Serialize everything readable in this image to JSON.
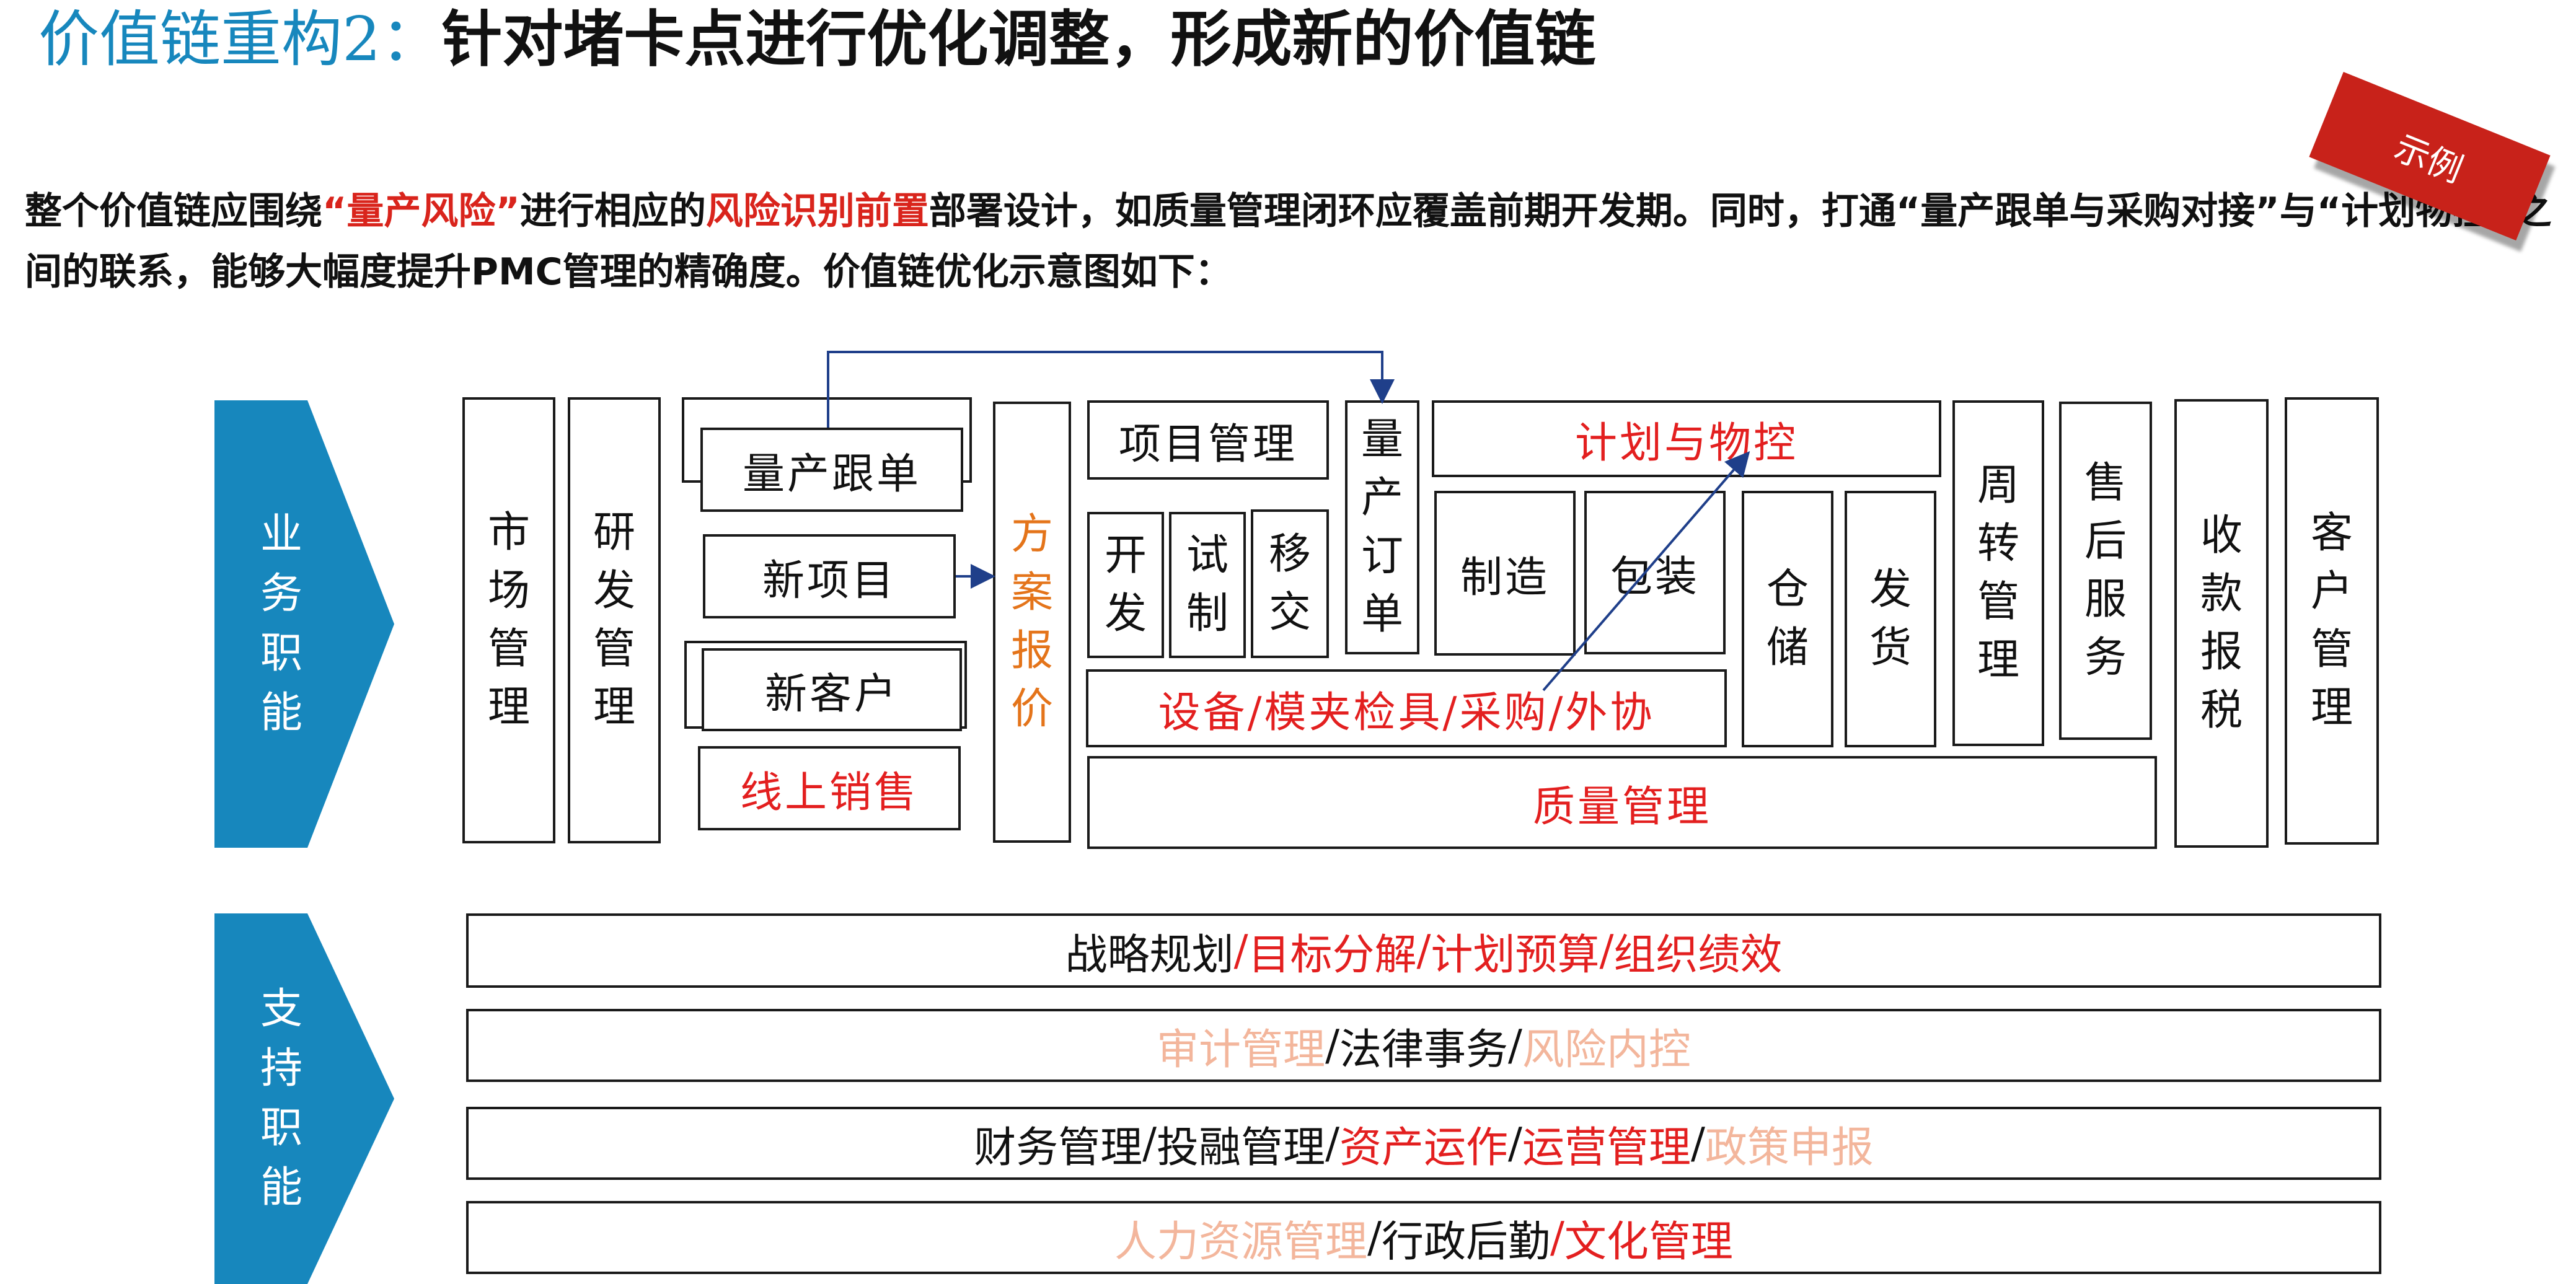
{
  "title": {
    "blue": "价值链重构2：",
    "black": "针对堵卡点进行优化调整，形成新的价值链"
  },
  "badge": "示例",
  "intro": {
    "seg1": "整个价值链应围绕",
    "hl1": "“量产风险”",
    "seg2": "进行相应的",
    "hl2": "风险识别前置",
    "seg3": "部署设计，如质量管理闭环应覆盖前期开发期。同时，打通“量产跟单与采购对接”与“计划物控”之间的联系，能够大幅度提升PMC管理的精确度。价值链优化示意图如下："
  },
  "business": {
    "label": "业\n务\n职\n能",
    "market": "市\n场\n管\n理",
    "rnd": "研\n发\n管\n理",
    "mass_follow": "量产跟单",
    "new_project": "新项目",
    "new_customer": "新客户",
    "online_sales": "线上销售",
    "quotation": "方\n案\n报\n价",
    "project_mgmt": "项目管理",
    "develop": "开\n发",
    "trial": "试\n制",
    "transfer": "移\n交",
    "mass_order": "量\n产\n订\n单",
    "plan_control": "计划与物控",
    "manufacture": "制造",
    "packaging": "包装",
    "equipment": "设备/模夹检具/采购/外协",
    "warehouse": "仓\n储",
    "shipping": "发\n货",
    "turnover": "周\n转\n管\n理",
    "after_sales": "售\n后\n服\n务",
    "collection": "收\n款\n报\n税",
    "customer_mgmt": "客\n户\n管\n理",
    "quality": "质量管理"
  },
  "support": {
    "label": "支\n持\n职\n能",
    "row1": {
      "a": "战略规划",
      "s1": "/",
      "b": "目标分解",
      "s2": "/",
      "c": "计划预算",
      "s3": "/",
      "d": "组织绩效"
    },
    "row2": {
      "a": "审计管理",
      "s1": "/",
      "b": "法律事务",
      "s2": "/",
      "c": "风险内控"
    },
    "row3": {
      "a": "财务管理",
      "s1": "/",
      "b": "投融管理",
      "s2": "/",
      "c": "资产运作",
      "s3": "/",
      "d": "运营管理",
      "s4": "/",
      "e": "政策申报"
    },
    "row4": {
      "a": "人力资源管理",
      "s1": "/",
      "b": "行政后勤",
      "s2": "/",
      "c": "文化管理"
    }
  },
  "colors": {
    "blue": "#1787bd",
    "red": "#e31f1f",
    "orange": "#e4741a",
    "peach": "#f3b69c",
    "arrow": "#1f3f8a"
  }
}
